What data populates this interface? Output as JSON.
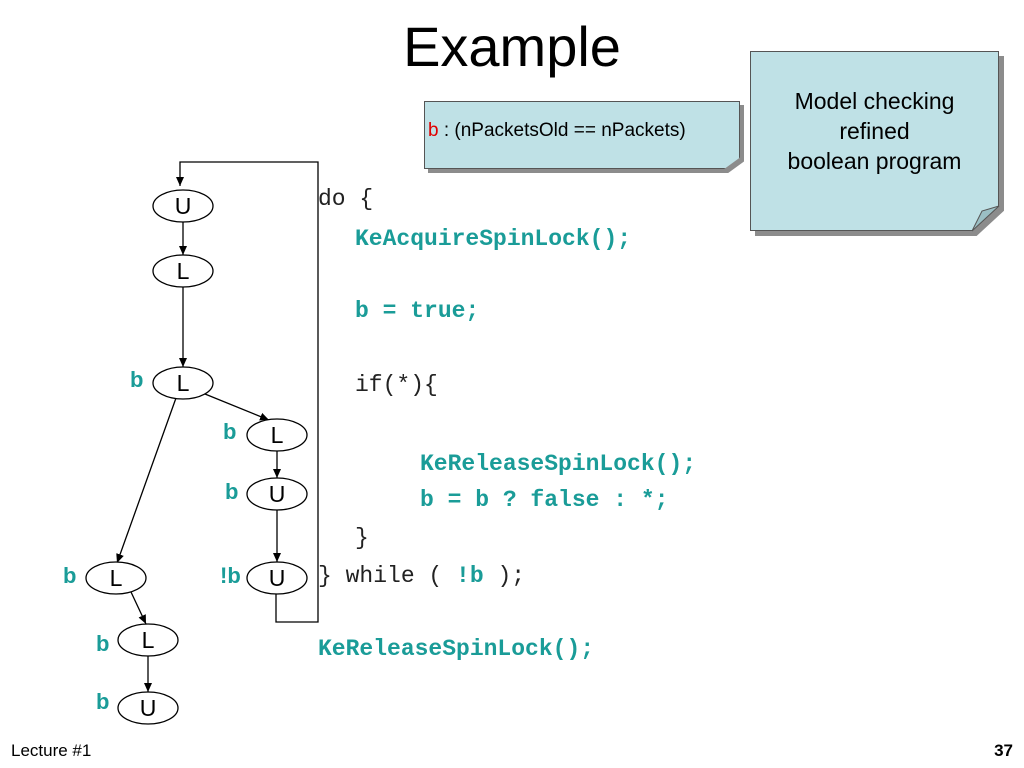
{
  "slide": {
    "title": "Example",
    "footer_left": "Lecture #1",
    "page_number": "37"
  },
  "note_large": {
    "text": "Model checking\nrefined\nboolean program"
  },
  "note_small": {
    "predicate": "b",
    "definition": " : (nPacketsOld == nPackets)"
  },
  "code": {
    "line_do": "do {",
    "line_acquire": "KeAcquireSpinLock();",
    "line_assign": "b = true;",
    "line_if": "if(*){",
    "line_release_inner": "KeReleaseSpinLock();",
    "line_assign_nondet": "b = b ? false : *;",
    "line_close": "}",
    "line_while_prefix": "} while ( ",
    "line_while_cond": "!b",
    "line_while_suffix": " );",
    "line_release_outer": "KeReleaseSpinLock();"
  },
  "graph": {
    "nodes": [
      {
        "label": "U",
        "pred": ""
      },
      {
        "label": "L",
        "pred": ""
      },
      {
        "label": "L",
        "pred": "b"
      },
      {
        "label": "L",
        "pred": "b"
      },
      {
        "label": "U",
        "pred": "b"
      },
      {
        "label": "U",
        "pred": "!b"
      },
      {
        "label": "L",
        "pred": "b"
      },
      {
        "label": "L",
        "pred": "b"
      },
      {
        "label": "U",
        "pred": "b"
      }
    ]
  }
}
